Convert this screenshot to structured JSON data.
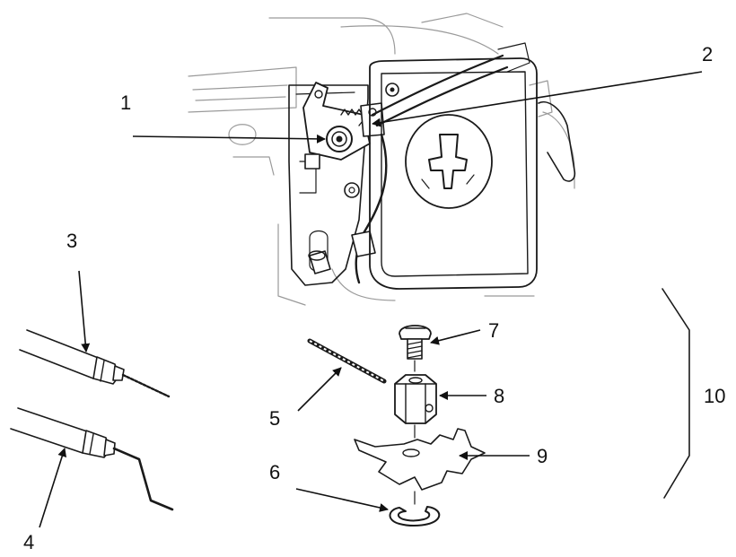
{
  "callouts": {
    "c1": "1",
    "c2": "2",
    "c3": "3",
    "c4": "4",
    "c5": "5",
    "c6": "6",
    "c7": "7",
    "c8": "8",
    "c9": "9",
    "c10": "10"
  },
  "colors": {
    "ink": "#1a1a1a",
    "faint": "#9a9a9a",
    "background": "#ffffff"
  }
}
